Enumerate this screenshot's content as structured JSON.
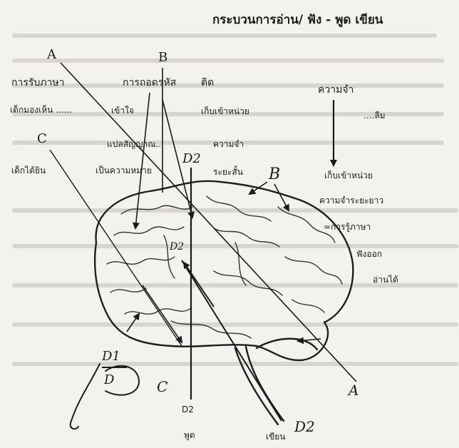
{
  "title": "กระบวนการอ่าน/ ฟัง - พูด เขียน",
  "labels": {
    "A_top": "A",
    "B_top": "B",
    "C_left": "C",
    "D2_top": "D2",
    "B_right": "B",
    "D2_mid": "D2",
    "A_bottom": "A",
    "D1": "D1",
    "D_mark": "D",
    "C_bottom": "C",
    "D2_bottom": "D2",
    "D2_bottom_right": "D2"
  },
  "phrases": {
    "receive_language": "การรับภาษา",
    "decode": "การถอดรหัส",
    "stick": "ติด",
    "memory": "ความจำ",
    "child_sees": "เด็กมองเห็น ......",
    "understand": "เข้าใจ",
    "store_unit_1": "เก็บเข้าหน่วย",
    "forget": "....ลืม",
    "translate_signal": "แปลสัญญาณ..",
    "short_memory_1": "ความจำ",
    "short_memory_2": "ระยะสั้น",
    "child_hears": "เด็กได้ยิน",
    "is_meaning": "เป็นความหมาย",
    "store_unit_2": "เก็บเข้าหน่วย",
    "long_memory": "ความจำระยะยาว",
    "language_learning": "=การรู้ภาษา",
    "understand_listen": "ฟังออก",
    "can_read": "อ่านได้",
    "speak": "พูด",
    "write": "เขียน"
  }
}
